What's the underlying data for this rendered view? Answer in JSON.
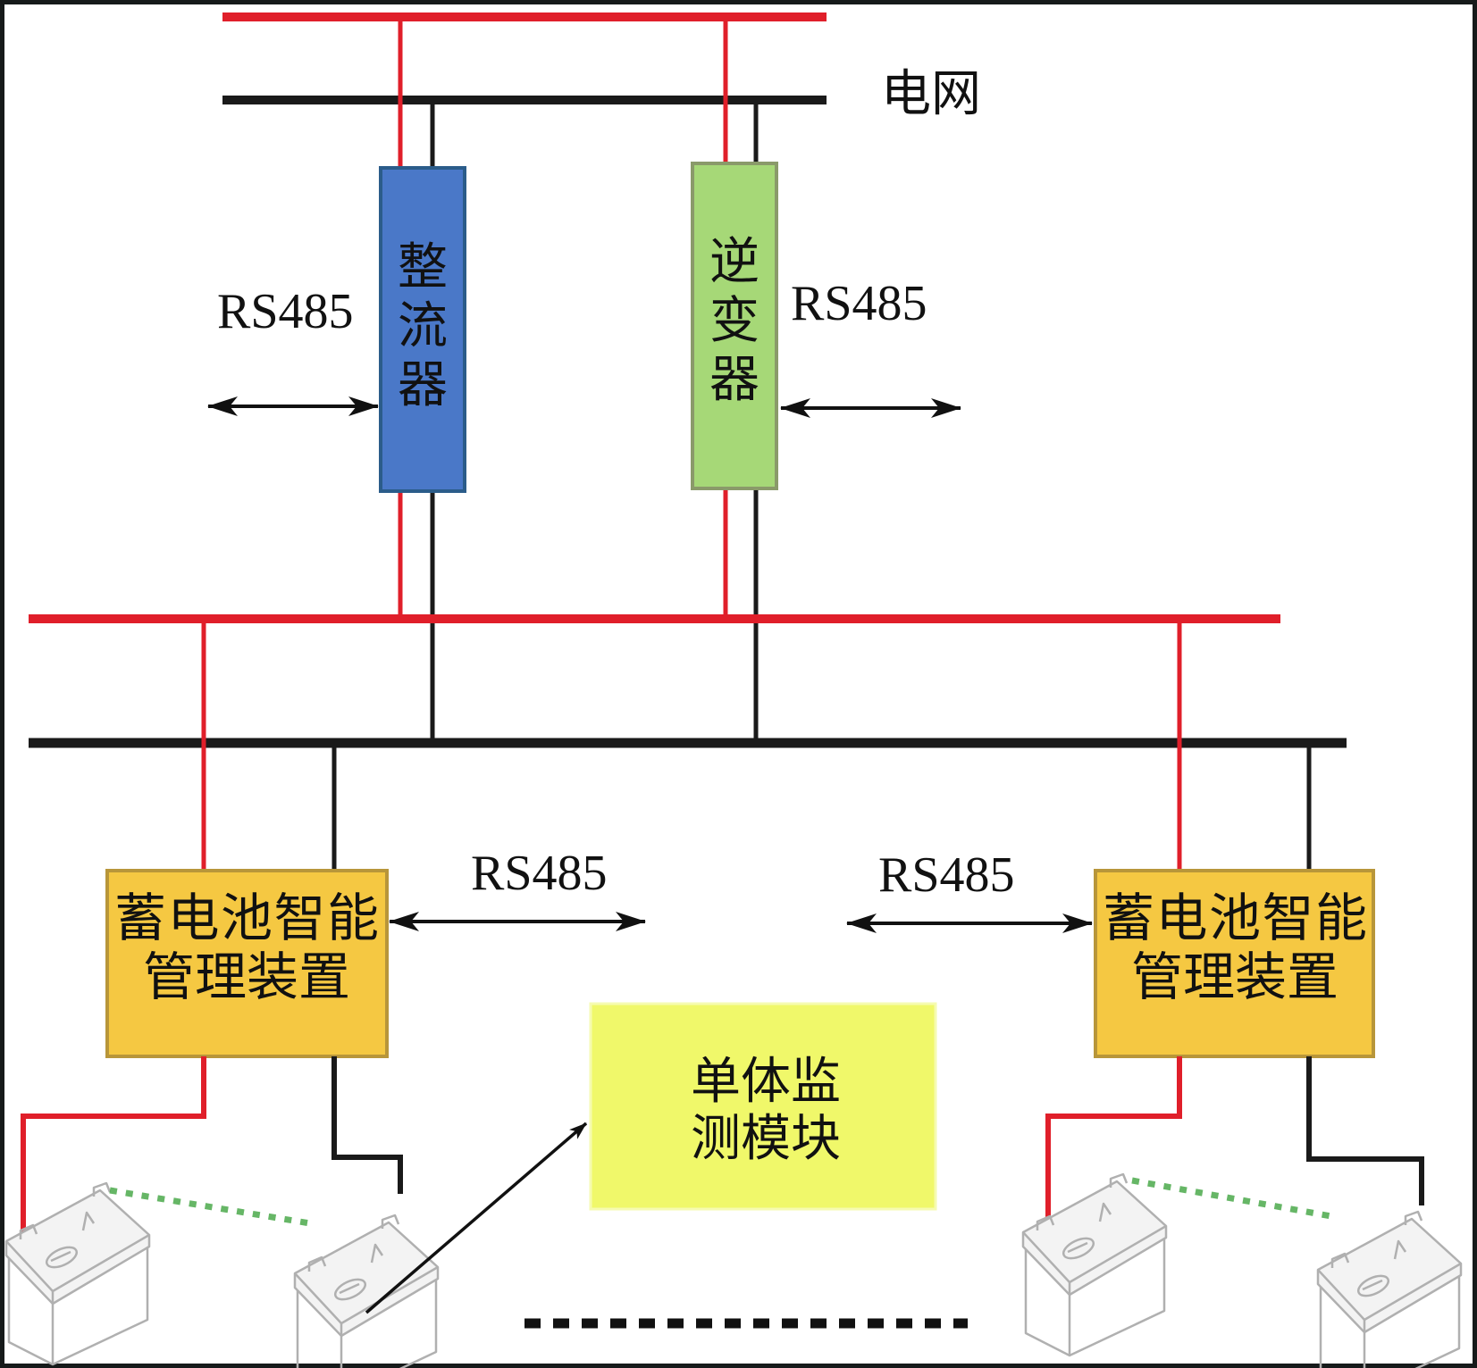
{
  "labels": {
    "grid": "电网",
    "rectifier": [
      "整",
      "流",
      "器"
    ],
    "inverter": [
      "逆",
      "变",
      "器"
    ],
    "rs485": "RS485",
    "bms_left": [
      "蓄电池智能",
      "管理装置"
    ],
    "bms_right": [
      "蓄电池智能",
      "管理装置"
    ],
    "cell_monitor": [
      "单体监",
      "测模块"
    ]
  },
  "colors": {
    "ac_live": "#e01f2a",
    "ac_neutral": "#1a1a1a",
    "rectifier_fill": "#4a78c8",
    "rectifier_border": "#2b5c8a",
    "inverter_fill": "#a6d877",
    "inverter_border": "#8a9a6a",
    "bms_fill": "#f5c842",
    "bms_border": "#b8963a",
    "monitor_fill": "#f0f86a",
    "cell_link": "#4caa4c"
  },
  "icons": {
    "battery": "battery-icon",
    "arrow": "double-arrow-icon"
  }
}
